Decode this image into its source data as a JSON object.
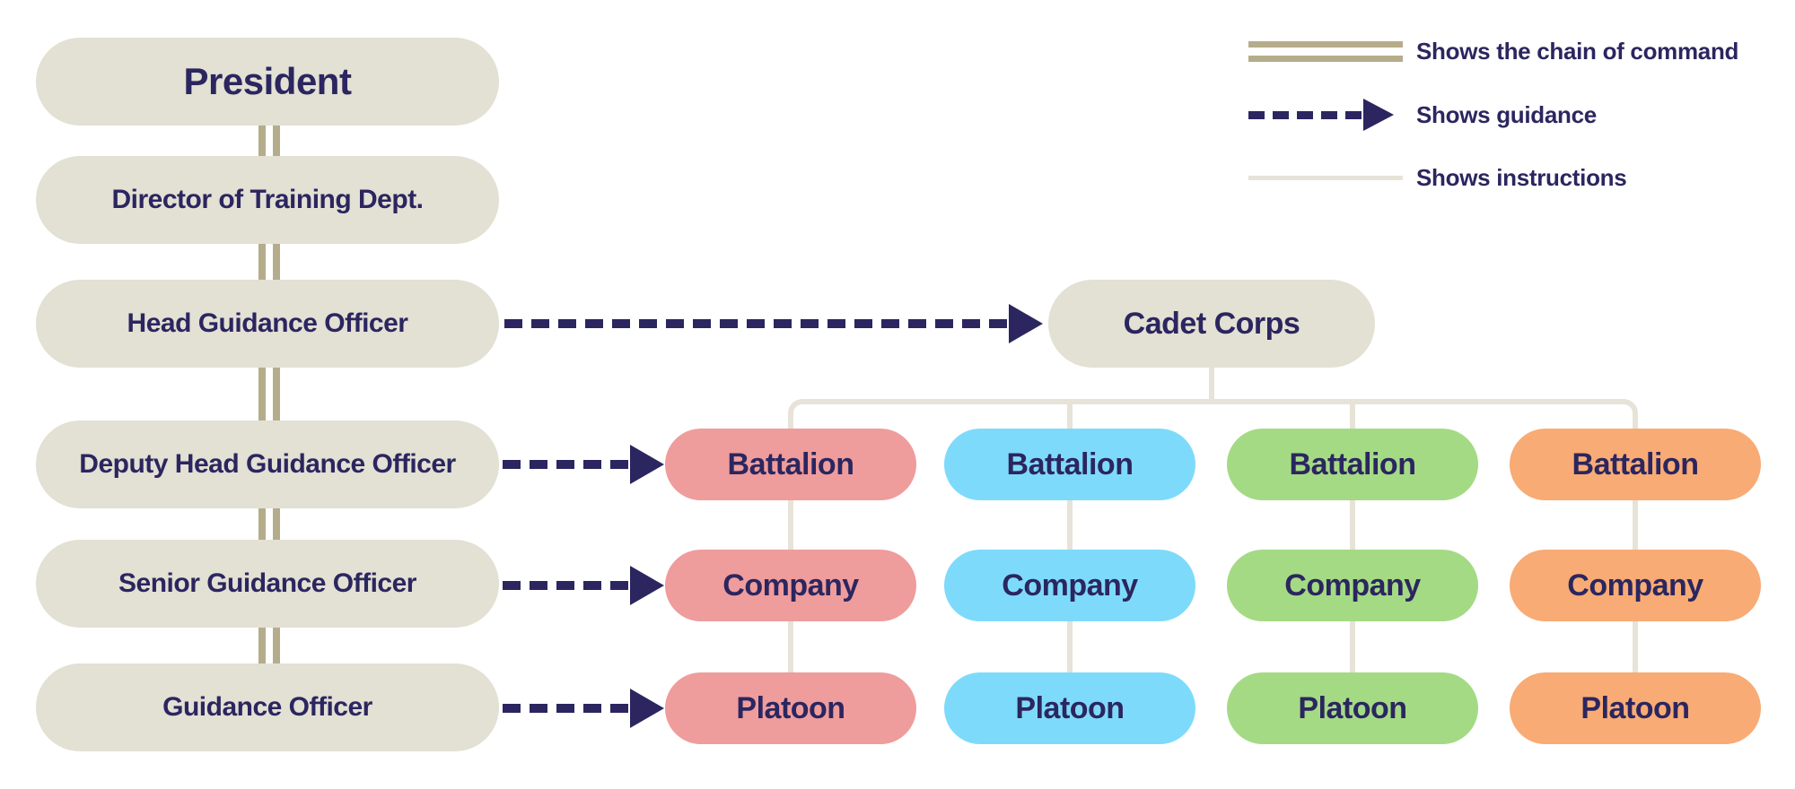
{
  "legend": {
    "chain_label": "Shows the chain of command",
    "guidance_label": "Shows guidance",
    "instructions_label": "Shows instructions"
  },
  "chain": [
    "President",
    "Director of Training Dept.",
    "Head Guidance Officer",
    "Deputy Head Guidance Officer",
    "Senior Guidance Officer",
    "Guidance Officer"
  ],
  "cadet_corps_label": "Cadet Corps",
  "unit_columns": [
    {
      "color_name": "salmon",
      "color": "#ef9c9c",
      "battalion": "Battalion",
      "company": "Company",
      "platoon": "Platoon"
    },
    {
      "color_name": "blue",
      "color": "#7edafb",
      "battalion": "Battalion",
      "company": "Company",
      "platoon": "Platoon"
    },
    {
      "color_name": "green",
      "color": "#a4da84",
      "battalion": "Battalion",
      "company": "Company",
      "platoon": "Platoon"
    },
    {
      "color_name": "orange",
      "color": "#f8ab74",
      "battalion": "Battalion",
      "company": "Company",
      "platoon": "Platoon"
    }
  ],
  "colors": {
    "navy_text_and_arrows": "#2b265f",
    "beige_node": "#e3e0d4",
    "chain_line": "#b5ac8b",
    "instruction_line": "#e7e3d8",
    "background": "#ffffff"
  }
}
